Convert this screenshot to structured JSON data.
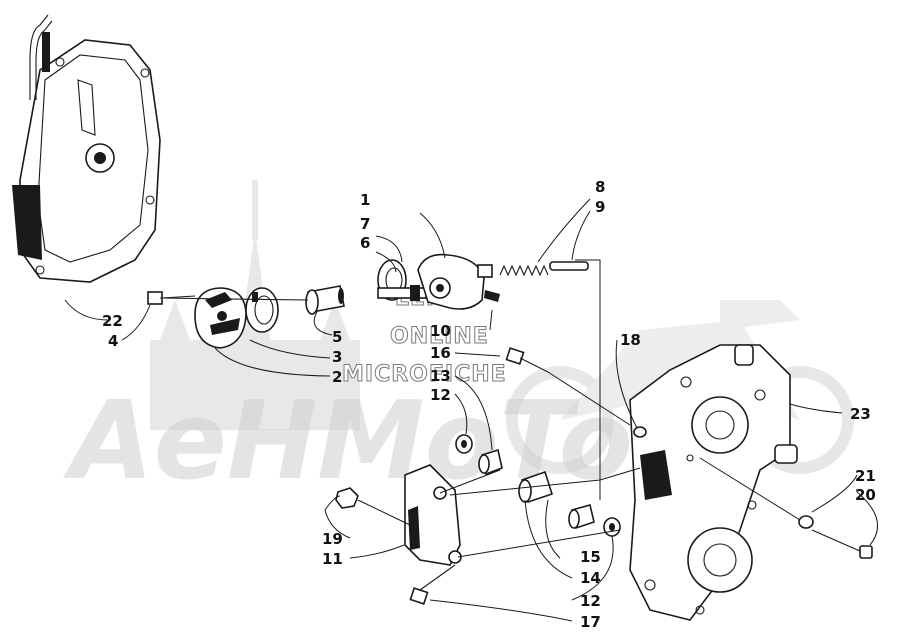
{
  "watermark": {
    "brand": "AeHMoTo",
    "line1": "LEM'S",
    "line2": "ONLINE",
    "line3": "MICROFICHE"
  },
  "callouts": {
    "c1": "1",
    "c2": "2",
    "c3": "3",
    "c4": "4",
    "c5": "5",
    "c6": "6",
    "c7": "7",
    "c8": "8",
    "c9": "9",
    "c10": "10",
    "c11": "11",
    "c12a": "12",
    "c12b": "12",
    "c13": "13",
    "c14": "14",
    "c15": "15",
    "c16": "16",
    "c17": "17",
    "c18": "18",
    "c19": "19",
    "c20": "20",
    "c21": "21",
    "c22": "22",
    "c23": "23"
  }
}
